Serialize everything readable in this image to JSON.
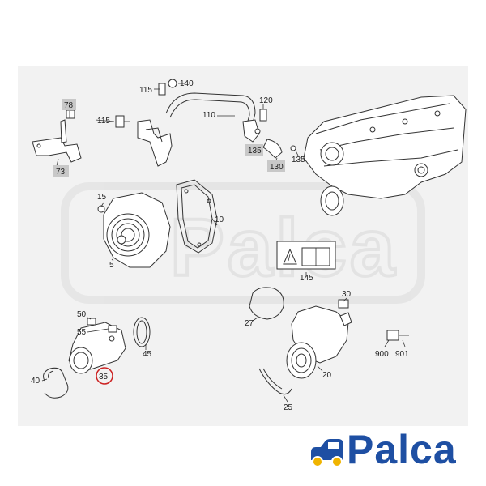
{
  "callouts": [
    {
      "id": "78",
      "label": "78",
      "shaded": true,
      "circled": false
    },
    {
      "id": "73",
      "label": "73",
      "shaded": true,
      "circled": false
    },
    {
      "id": "115a",
      "label": "115",
      "shaded": false,
      "circled": false
    },
    {
      "id": "115b",
      "label": "115",
      "shaded": false,
      "circled": false
    },
    {
      "id": "140",
      "label": "140",
      "shaded": false,
      "circled": false
    },
    {
      "id": "110",
      "label": "110",
      "shaded": false,
      "circled": false
    },
    {
      "id": "120",
      "label": "120",
      "shaded": false,
      "circled": false
    },
    {
      "id": "135a",
      "label": "135",
      "shaded": true,
      "circled": false
    },
    {
      "id": "130",
      "label": "130",
      "shaded": true,
      "circled": false
    },
    {
      "id": "135b",
      "label": "135",
      "shaded": false,
      "circled": false
    },
    {
      "id": "10",
      "label": "10",
      "shaded": false,
      "circled": false
    },
    {
      "id": "15",
      "label": "15",
      "shaded": false,
      "circled": false
    },
    {
      "id": "5",
      "label": "5",
      "shaded": false,
      "circled": false
    },
    {
      "id": "145",
      "label": "145",
      "shaded": false,
      "circled": false
    },
    {
      "id": "30",
      "label": "30",
      "shaded": false,
      "circled": false
    },
    {
      "id": "27",
      "label": "27",
      "shaded": false,
      "circled": false
    },
    {
      "id": "50",
      "label": "50",
      "shaded": false,
      "circled": false
    },
    {
      "id": "55",
      "label": "55",
      "shaded": false,
      "circled": false
    },
    {
      "id": "45",
      "label": "45",
      "shaded": false,
      "circled": false
    },
    {
      "id": "35",
      "label": "35",
      "shaded": false,
      "circled": true
    },
    {
      "id": "40",
      "label": "40",
      "shaded": false,
      "circled": false
    },
    {
      "id": "900",
      "label": "900",
      "shaded": false,
      "circled": false
    },
    {
      "id": "901",
      "label": "901",
      "shaded": false,
      "circled": false
    },
    {
      "id": "20",
      "label": "20",
      "shaded": false,
      "circled": false
    },
    {
      "id": "25",
      "label": "25",
      "shaded": false,
      "circled": false
    }
  ],
  "brand": {
    "logo_text": "Palca",
    "primary_color": "#1e4fa3",
    "accent_color": "#f0b400",
    "watermark_text": "Palca"
  },
  "colors": {
    "highlight_circle": "#cc2222",
    "tag_shade": "#c8c8c8",
    "background": "#f2f2f2"
  }
}
